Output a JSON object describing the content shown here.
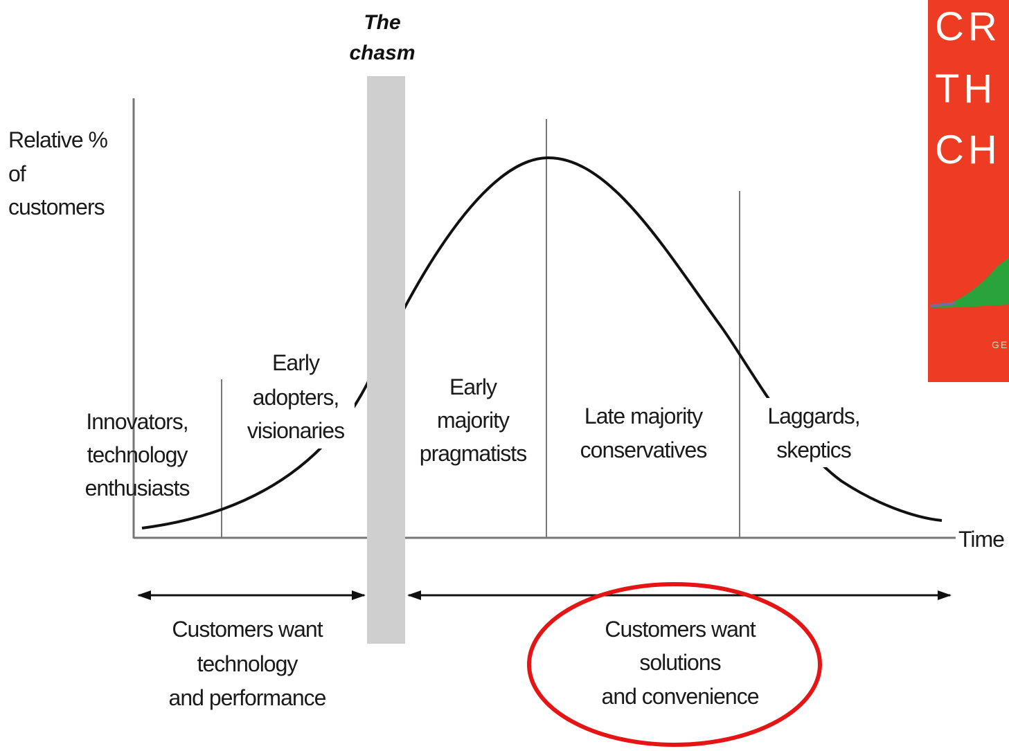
{
  "chasm_title": [
    "The",
    "chasm"
  ],
  "y_axis_label": [
    "Relative %",
    "of",
    "customers"
  ],
  "x_axis_label": "Time",
  "segments": [
    {
      "lines": [
        "Innovators,",
        "technology",
        "enthusiasts"
      ]
    },
    {
      "lines": [
        "Early",
        "adopters,",
        "visionaries"
      ]
    },
    {
      "lines": [
        "Early",
        "majority",
        "pragmatists"
      ]
    },
    {
      "lines": [
        "Late majority",
        "conservatives"
      ]
    },
    {
      "lines": [
        "Laggards,",
        "skeptics"
      ]
    }
  ],
  "left_need": [
    "Customers want",
    "technology",
    "and performance"
  ],
  "right_need": [
    "Customers want",
    "solutions",
    "and convenience"
  ],
  "book_cover": {
    "lines": [
      "CR",
      "TH",
      "CH"
    ],
    "author_fragment": "GE",
    "background": "#ee3b24",
    "curve_color": "#2aa43a"
  },
  "highlight_color": "#e51515"
}
